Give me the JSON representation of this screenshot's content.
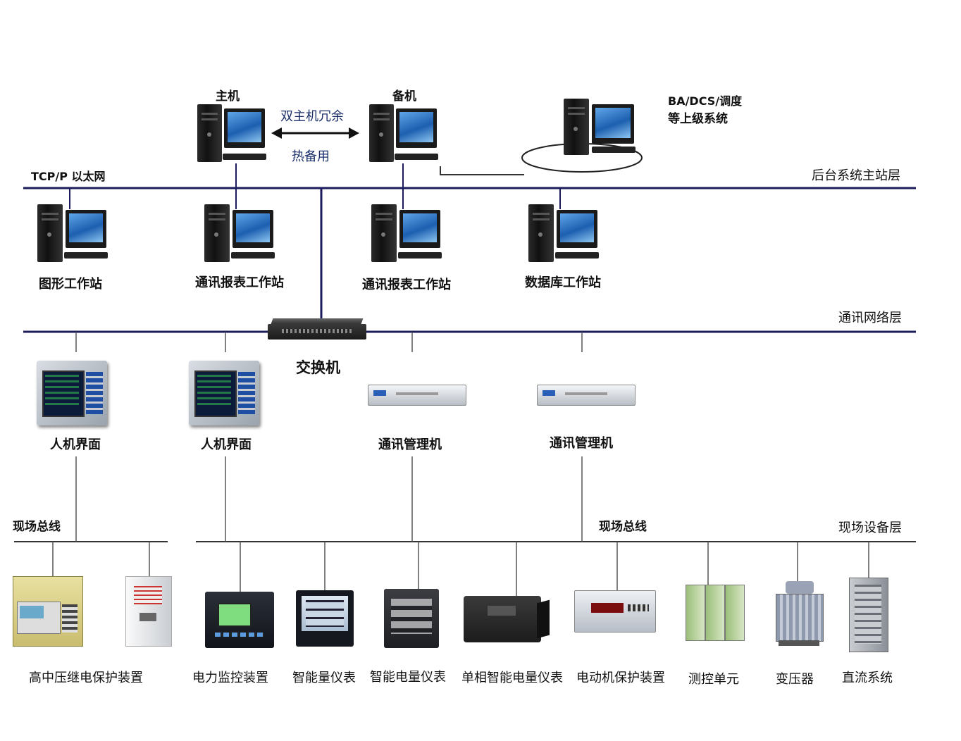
{
  "top": {
    "master": "主机",
    "backup": "备机",
    "redundancy": "双主机冗余",
    "hot_standby": "热备用",
    "upper_system_line1": "BA/DCS/调度",
    "upper_system_line2": "等上级系统",
    "tcp_label": "TCP/P 以太网",
    "layer_master": "后台系统主站层"
  },
  "workstations": [
    "图形工作站",
    "通讯报表工作站",
    "通讯报表工作站",
    "数据库工作站"
  ],
  "network": {
    "layer": "通讯网络层",
    "switch": "交换机"
  },
  "mid_devices": [
    "人机界面",
    "人机界面",
    "通讯管理机",
    "通讯管理机"
  ],
  "fieldbus": {
    "left_label": "现场总线",
    "right_label": "现场总线",
    "layer": "现场设备层"
  },
  "field_devices": [
    "高中压继电保护装置",
    "电力监控装置",
    "智能量仪表",
    "智能电量仪表",
    "单相智能电量仪表",
    "电动机保护装置",
    "测控单元",
    "变压器",
    "直流系统"
  ],
  "colors": {
    "bus_line": "#1b1b5e",
    "thin_line": "#3a3a3a",
    "screen_blue": "#2f7fd0"
  },
  "icons": [
    "computer-icon",
    "network-switch-icon",
    "hmi-panel-icon",
    "comm-manager-icon",
    "meter-icon",
    "transformer-icon",
    "dc-cabinet-icon"
  ]
}
